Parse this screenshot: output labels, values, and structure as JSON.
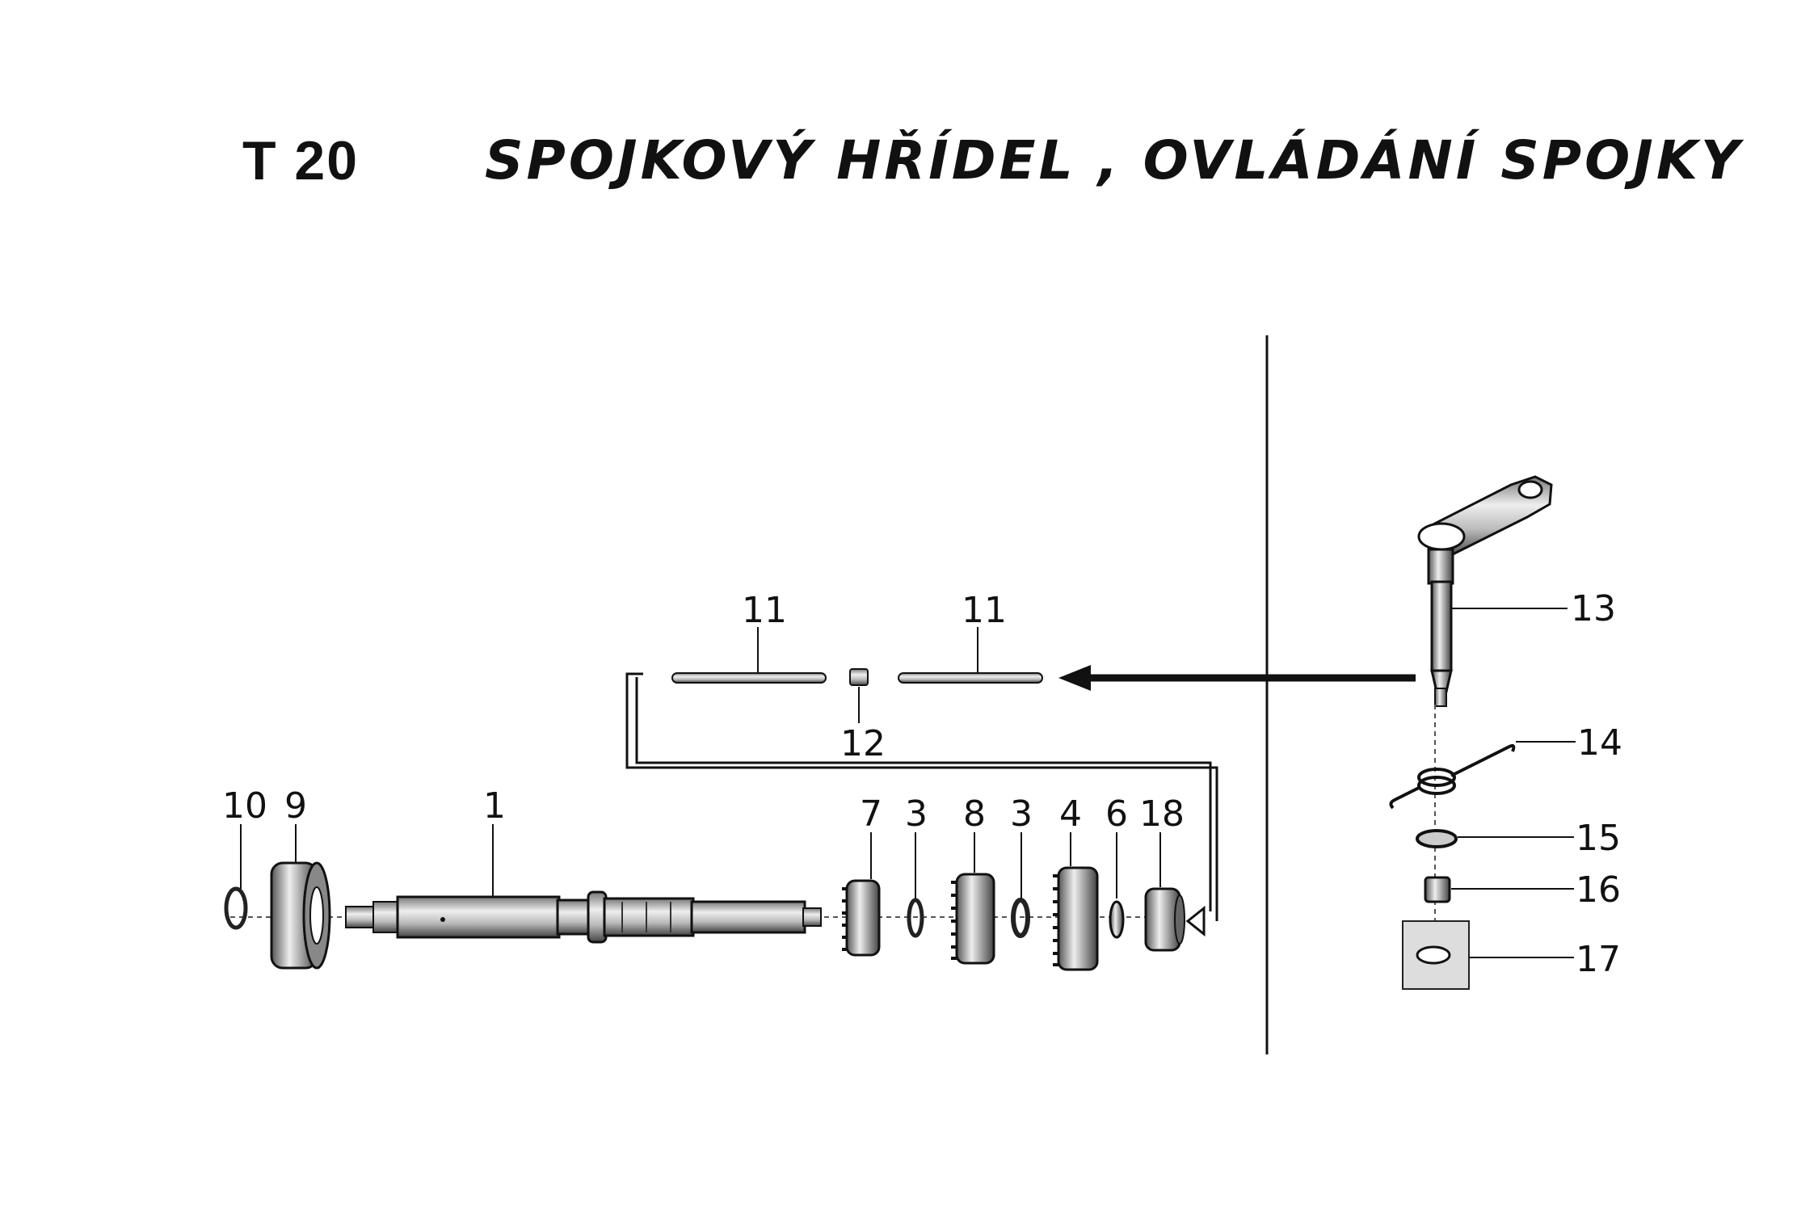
{
  "header": {
    "code": "T 20",
    "title": "SPOJKOVÝ HŘÍDEL , OVLÁDÁNÍ SPOJKY"
  },
  "callouts": {
    "c1": "1",
    "c3a": "3",
    "c3b": "3",
    "c4": "4",
    "c6": "6",
    "c7": "7",
    "c8": "8",
    "c9": "9",
    "c10": "10",
    "c11a": "11",
    "c11b": "11",
    "c12": "12",
    "c13": "13",
    "c14": "14",
    "c15": "15",
    "c16": "16",
    "c17": "17",
    "c18": "18"
  }
}
